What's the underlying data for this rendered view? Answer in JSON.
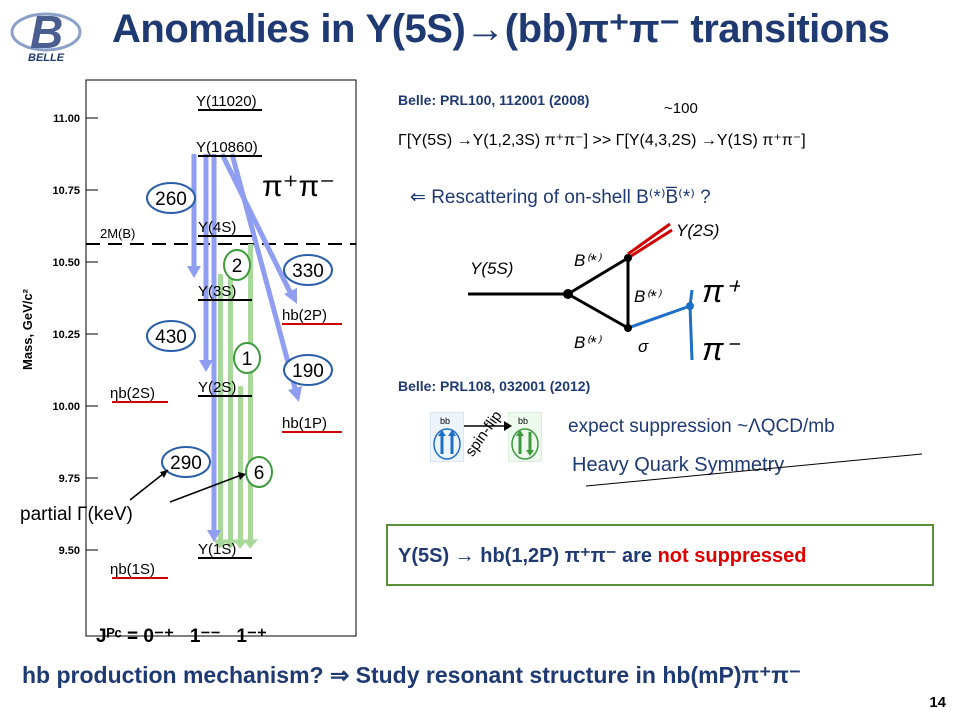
{
  "title": "Anomalies in Υ(5S)→(bb)π⁺π⁻ transitions",
  "logo_text": "BELLE",
  "page_number": "14",
  "level_diagram": {
    "y_axis_label": "Mass, GeV/c²",
    "y_ticks": [
      "11.00",
      "10.75",
      "10.50",
      "10.25",
      "10.00",
      "9.75",
      "9.50"
    ],
    "threshold_label": "2M(B)",
    "jpc_label": "Jᴾᶜ = 0⁻⁺   1⁻⁻   1⁻⁺",
    "levels": [
      {
        "name": "Υ(11020)"
      },
      {
        "name": "Υ(10860)"
      },
      {
        "name": "Υ(4S)"
      },
      {
        "name": "Υ(3S)"
      },
      {
        "name": "Υ(2S)"
      },
      {
        "name": "Υ(1S)"
      },
      {
        "name": "ηb(2S)"
      },
      {
        "name": "ηb(1S)"
      },
      {
        "name": "hb(2P)"
      },
      {
        "name": "hb(1P)"
      }
    ],
    "widths": [
      "260",
      "430",
      "290",
      "330",
      "190",
      "2",
      "1",
      "6"
    ],
    "pipi_label": "π⁺π⁻",
    "partial_label": "partial Γ(keV)"
  },
  "ref1": "Belle: PRL100, 112001 (2008)",
  "ratio_note": "~100",
  "ratio_formula": "Γ[Υ(5S) →Υ(1,2,3S) π⁺π⁻] >> Γ[Υ(4,3,2S) →Υ(1S) π⁺π⁻]",
  "rescatter_note": "⇐ Rescattering of on-shell B⁽*⁾B̅⁽*⁾ ?",
  "feynman": {
    "in_label": "Υ(5S)",
    "out_label": "Υ(2S)",
    "b_top": "B⁽*⁾",
    "b_mid": "B⁽*⁾",
    "b_bot": "B⁽*⁾",
    "sigma": "σ",
    "pi_plus": "π⁺",
    "pi_minus": "π⁻"
  },
  "ref2": "Belle: PRL108, 032001 (2012)",
  "spin_flip": "spin-flip",
  "suppression_note": "expect suppression ~ΛQCD/mb",
  "hqs_note": "Heavy Quark Symmetry",
  "box_text_main": "Υ(5S) → hb(1,2P) π⁺π⁻  are",
  "box_text_red": "not suppressed",
  "bottom_line": "hb production mechanism?  ⇒  Study resonant structure in hb(mP)π⁺π⁻",
  "colors": {
    "title": "#1f3a73",
    "blue_arrow": "#8f9ef0",
    "green_arrow": "#a8d89a",
    "red_level": "#d00000",
    "circle_blue": "#2a5fa8",
    "circle_green": "#3d9a3d"
  }
}
